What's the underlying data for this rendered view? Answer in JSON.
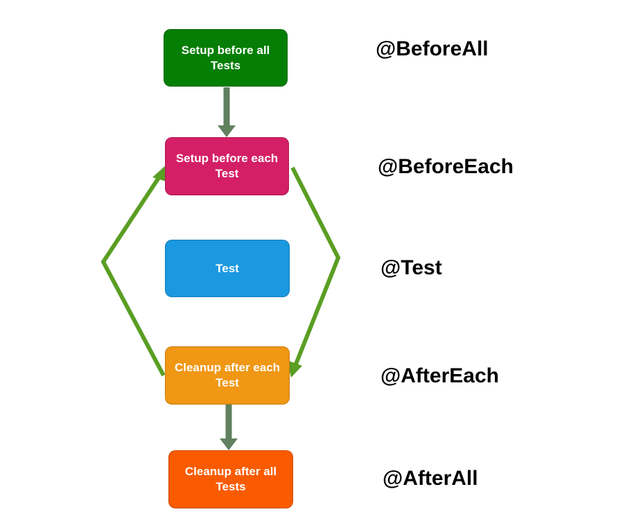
{
  "nodes": {
    "before_all": {
      "label": "Setup before all Tests",
      "color": "#057e05"
    },
    "before_each": {
      "label": "Setup before each Test",
      "color": "#d41f66"
    },
    "test": {
      "label": "Test",
      "color": "#1a98e0"
    },
    "after_each": {
      "label": "Cleanup after each Test",
      "color": "#f09714"
    },
    "after_all": {
      "label": "Cleanup after all Tests",
      "color": "#fa5b00"
    }
  },
  "annotations": {
    "before_all": "@BeforeAll",
    "before_each": "@BeforeEach",
    "test": "@Test",
    "after_each": "@AfterEach",
    "after_all": "@AfterAll"
  },
  "colors": {
    "straight_arrow": "#60805e",
    "loop_arrow": "#5a9e23"
  }
}
